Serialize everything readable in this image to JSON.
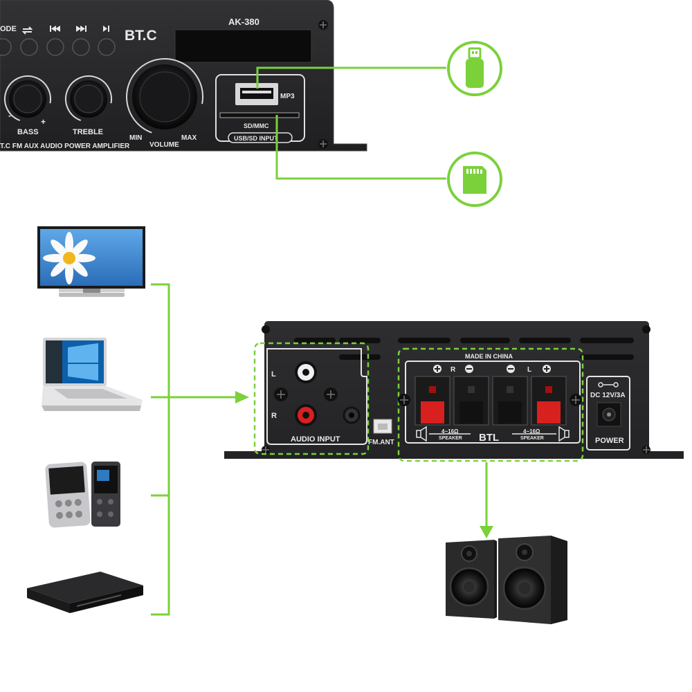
{
  "front_panel": {
    "model": "AK-380",
    "brand": "BT.C",
    "mode_label": "ODE",
    "knob_bass": "BASS",
    "knob_treble": "TREBLE",
    "knob_volume": "VOLUME",
    "min_label": "MIN",
    "max_label": "MAX",
    "minus_sign": "-",
    "plus_sign": "+",
    "mp3_label": "MP3",
    "sd_label": "SD/MMC",
    "usb_sd_label": "USB/SD INPUT",
    "description": "T.C FM AUX AUDIO POWER AMPLIFIER"
  },
  "rear_panel": {
    "made_in": "MADE IN CHINA",
    "l_label": "L",
    "r_label": "R",
    "audio_input": "AUDIO INPUT",
    "fm_ant": "FM.ANT",
    "btl": "BTL",
    "impedance_1": "4~16Ω",
    "speaker_1": "SPEAKER",
    "impedance_2": "4~16Ω",
    "speaker_2": "SPEAKER",
    "dc_label": "DC 12V/3A",
    "power_label": "POWER"
  },
  "colors": {
    "accent_green": "#7ad13a",
    "panel_dark": "#2b2b2d",
    "terminal_red": "#d8201f",
    "terminal_black": "#1a1a1a"
  }
}
